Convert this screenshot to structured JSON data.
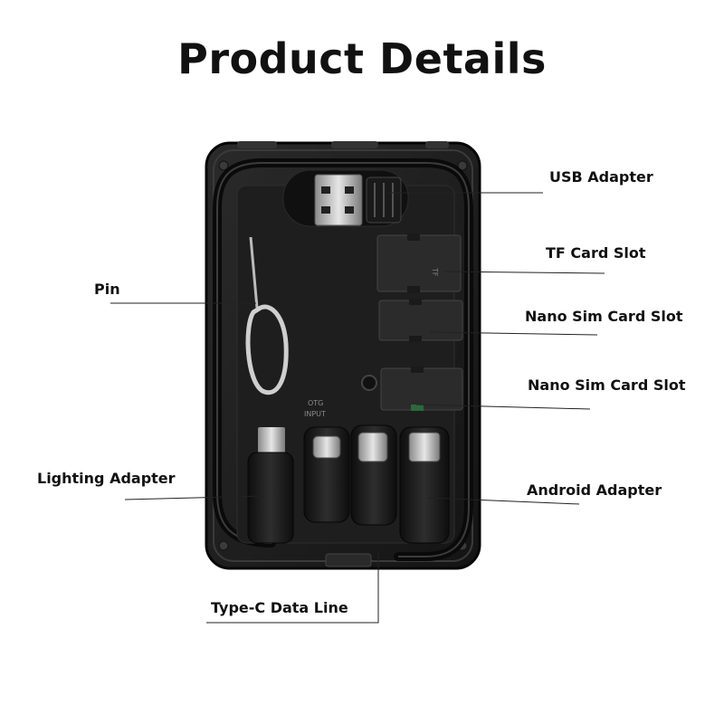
{
  "title": "Product Details",
  "labels": {
    "usb": "USB Adapter",
    "tf": "TF Card Slot",
    "nano1": "Nano Sim Card Slot",
    "nano2": "Nano Sim Card Slot",
    "pin": "Pin",
    "lighting": "Lighting Adapter",
    "android": "Android Adapter",
    "typec": "Type-C Data Line"
  },
  "product_text": {
    "otg": "OTG",
    "input": "INPUT"
  },
  "colors": {
    "case": "#1c1c1c",
    "case_edge": "#0a0a0a",
    "leader": "#222222"
  }
}
